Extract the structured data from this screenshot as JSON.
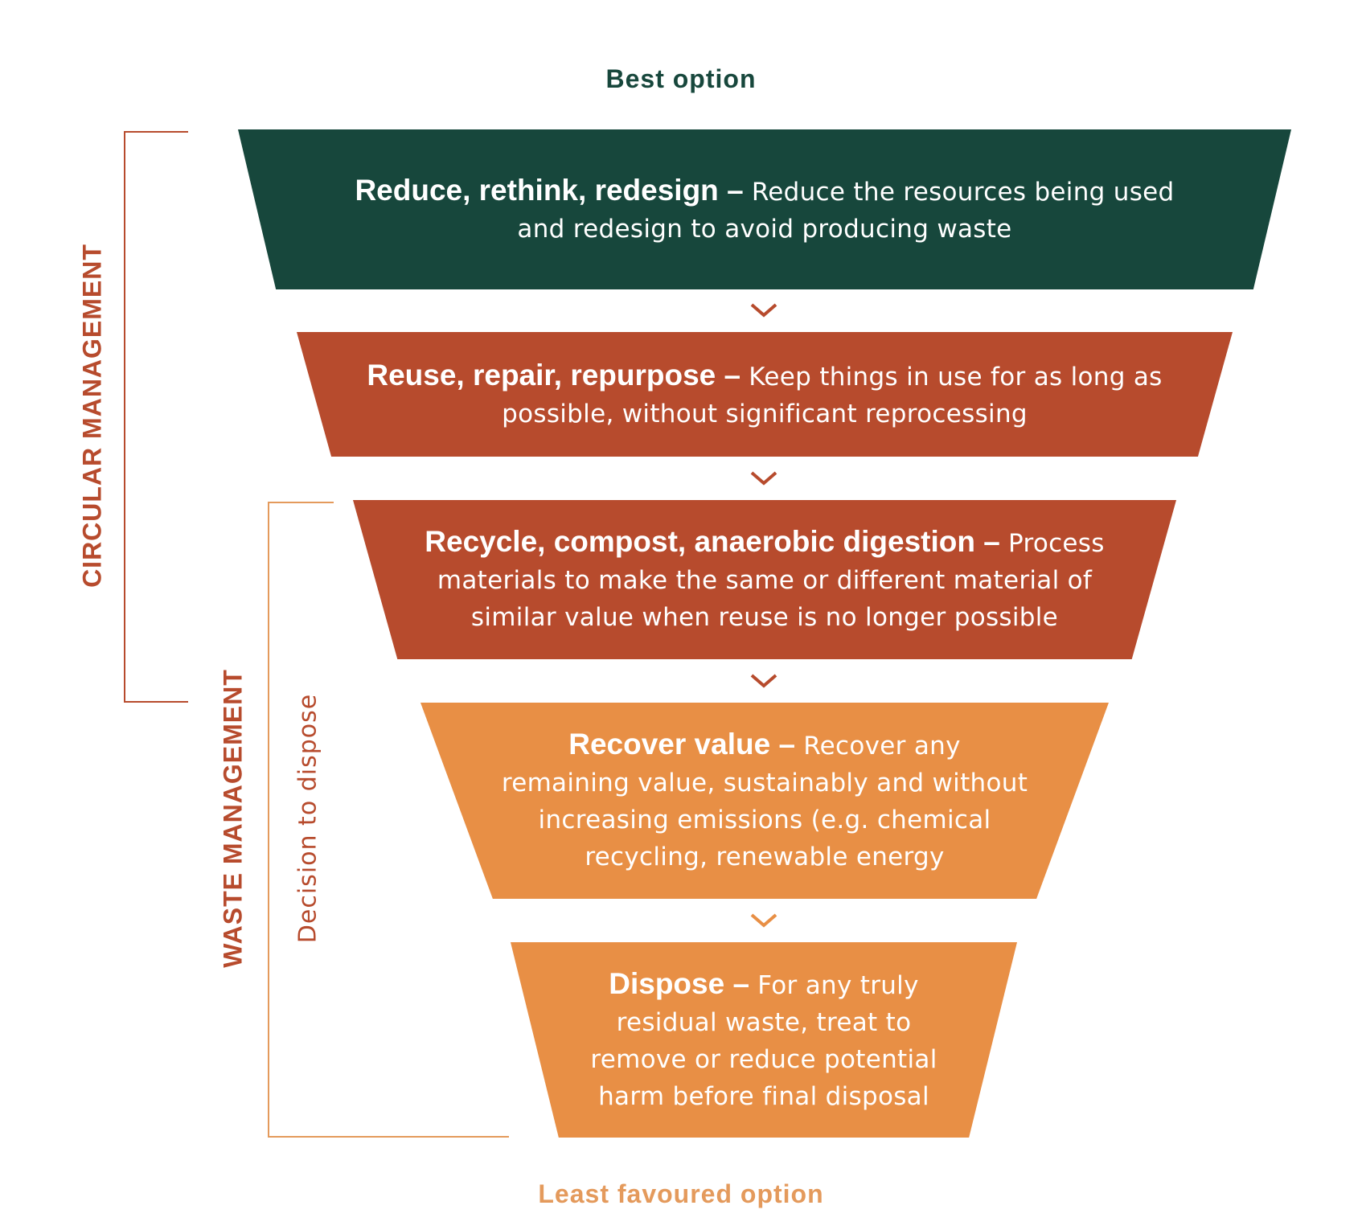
{
  "labels": {
    "best": "Best option",
    "least": "Least favoured option",
    "circular": "CIRCULAR MANAGEMENT",
    "waste": "WASTE MANAGEMENT",
    "decision": "Decision to dispose"
  },
  "colors": {
    "dark_green": "#17473c",
    "rust": "#b74b2d",
    "orange": "#e88f45",
    "bracket_rust": "#b74b2d",
    "bracket_orange": "#e49a5c"
  },
  "tiers": [
    {
      "title": "Reduce, rethink, redesign –",
      "desc": "Reduce the resources being used and redesign to avoid producing waste",
      "color": "#17473c"
    },
    {
      "title": "Reuse, repair, repurpose –",
      "desc": "Keep things in use for as long as possible, without significant reprocessing",
      "color": "#b74b2d"
    },
    {
      "title": "Recycle, compost, anaerobic digestion –",
      "desc": "Process materials to make the same or different material of similar value when reuse is no longer possible",
      "color": "#b74b2d"
    },
    {
      "title": "Recover value –",
      "desc": "Recover any remaining value, sustainably and without increasing emissions (e.g. chemical recycling, renewable energy",
      "color": "#e88f45"
    },
    {
      "title": "Dispose –",
      "desc": "For any truly residual waste, treat to remove or reduce potential harm before final disposal",
      "color": "#e88f45"
    }
  ],
  "chevron_icon": "chevron-down-icon"
}
